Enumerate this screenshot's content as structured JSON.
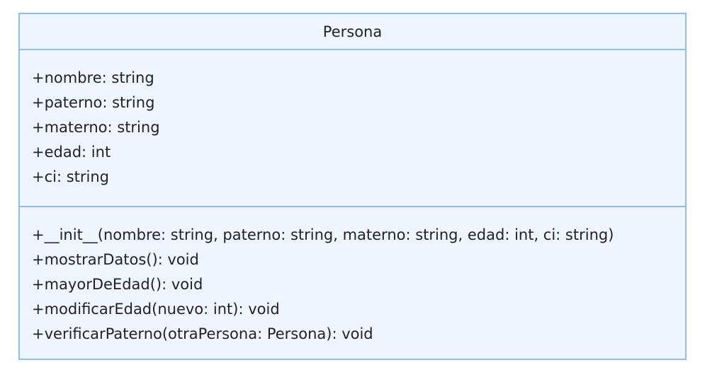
{
  "class_box": {
    "name": "Persona",
    "attributes": [
      "+nombre: string",
      "+paterno: string",
      "+materno: string",
      "+edad: int",
      "+ci: string"
    ],
    "methods": [
      "+__init__(nombre: string, paterno: string, materno: string, edad: int, ci: string)",
      "+mostrarDatos(): void",
      "+mayorDeEdad(): void",
      "+modificarEdad(nuevo: int): void",
      "+verificarPaterno(otraPersona: Persona): void"
    ]
  },
  "colors": {
    "border": "#8fbdf2",
    "fill": "#eef5ff",
    "text": "#222222"
  }
}
